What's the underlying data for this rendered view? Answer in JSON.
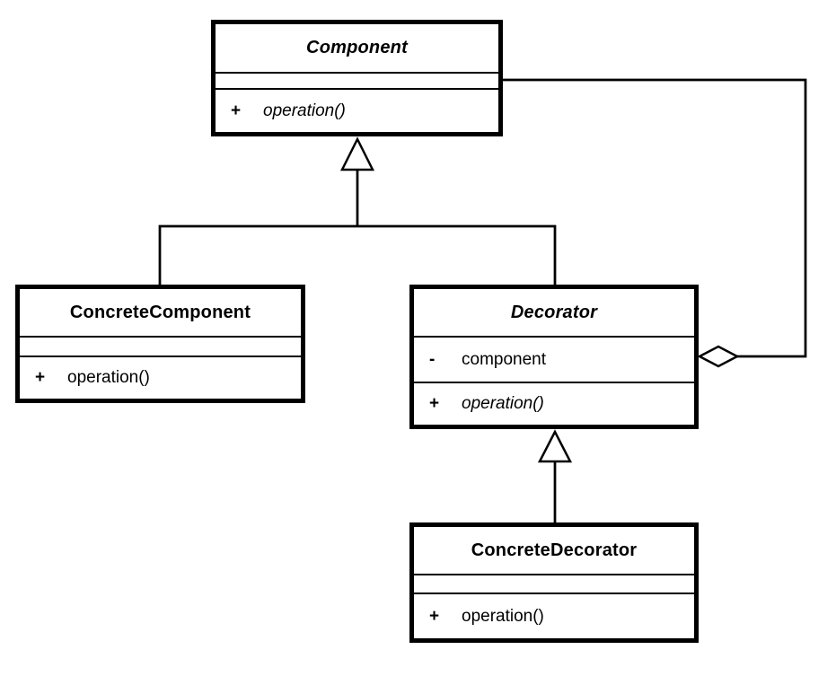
{
  "colors": {
    "line": "#000000",
    "background": "#ffffff",
    "text": "#000000"
  },
  "classes": {
    "component": {
      "name": "Component",
      "abstract": true,
      "attributes": [],
      "methods": [
        {
          "visibility": "+",
          "signature": "operation()",
          "abstract": true
        }
      ]
    },
    "concrete_component": {
      "name": "ConcreteComponent",
      "abstract": false,
      "attributes": [],
      "methods": [
        {
          "visibility": "+",
          "signature": "operation()",
          "abstract": false
        }
      ]
    },
    "decorator": {
      "name": "Decorator",
      "abstract": true,
      "attributes": [
        {
          "visibility": "-",
          "name": "component"
        }
      ],
      "methods": [
        {
          "visibility": "+",
          "signature": "operation()",
          "abstract": true
        }
      ]
    },
    "concrete_decorator": {
      "name": "ConcreteDecorator",
      "abstract": false,
      "attributes": [],
      "methods": [
        {
          "visibility": "+",
          "signature": "operation()",
          "abstract": false
        }
      ]
    }
  },
  "relationships": [
    {
      "type": "generalization",
      "from": "ConcreteComponent",
      "to": "Component"
    },
    {
      "type": "generalization",
      "from": "Decorator",
      "to": "Component"
    },
    {
      "type": "generalization",
      "from": "ConcreteDecorator",
      "to": "Decorator"
    },
    {
      "type": "aggregation",
      "owner": "Decorator",
      "part": "Component",
      "via_attribute": "component"
    }
  ]
}
